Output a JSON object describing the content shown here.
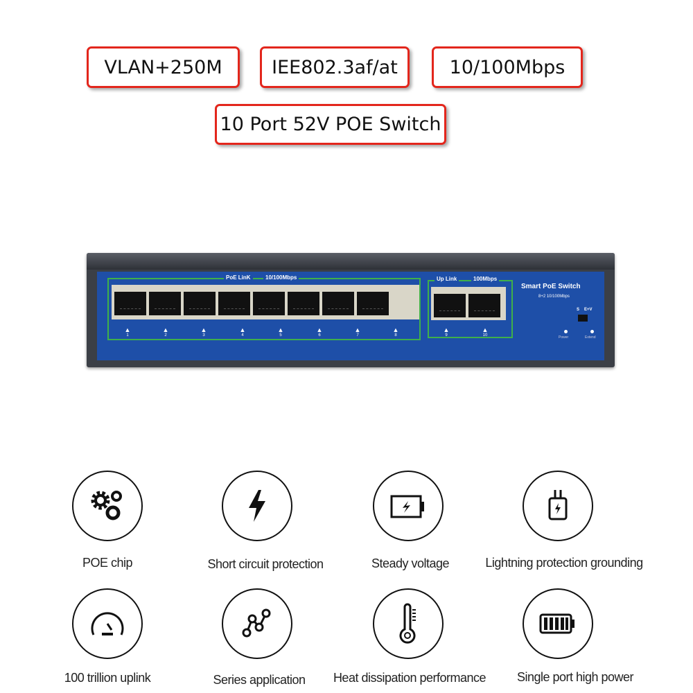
{
  "badges": [
    "VLAN+250M",
    "IEE802.3af/at",
    "10/100Mbps",
    "10 Port 52V POE Switch"
  ],
  "accent_color": "#e3261c",
  "switch": {
    "poe_group_label": "PoE LinK",
    "poe_speed_label": "10/100Mbps",
    "uplink_label": "Up Link",
    "uplink_speed_label": "100Mbps",
    "brand_title": "Smart PoE Switch",
    "brand_subtitle": "8+2 10/100Mbps",
    "switch_labels": [
      "S",
      "E+V"
    ],
    "led_labels": [
      "Power",
      "Extend"
    ],
    "port_numbers": [
      "1",
      "2",
      "3",
      "4",
      "5",
      "6",
      "7",
      "8",
      "9",
      "10"
    ],
    "panel_color": "#1e4fa8"
  },
  "features": [
    {
      "label": "POE chip",
      "icon": "gears-icon"
    },
    {
      "label": "Short circuit protection",
      "icon": "lightning-icon"
    },
    {
      "label": "Steady voltage",
      "icon": "battery-bolt-icon"
    },
    {
      "label": "Lightning protection grounding",
      "icon": "charger-plug-icon"
    },
    {
      "label": "100 trillion uplink",
      "icon": "speedometer-icon"
    },
    {
      "label": "Series application",
      "icon": "nodes-icon"
    },
    {
      "label": "Heat dissipation performance",
      "icon": "thermometer-icon"
    },
    {
      "label": "Single port high power",
      "icon": "full-battery-icon"
    }
  ]
}
